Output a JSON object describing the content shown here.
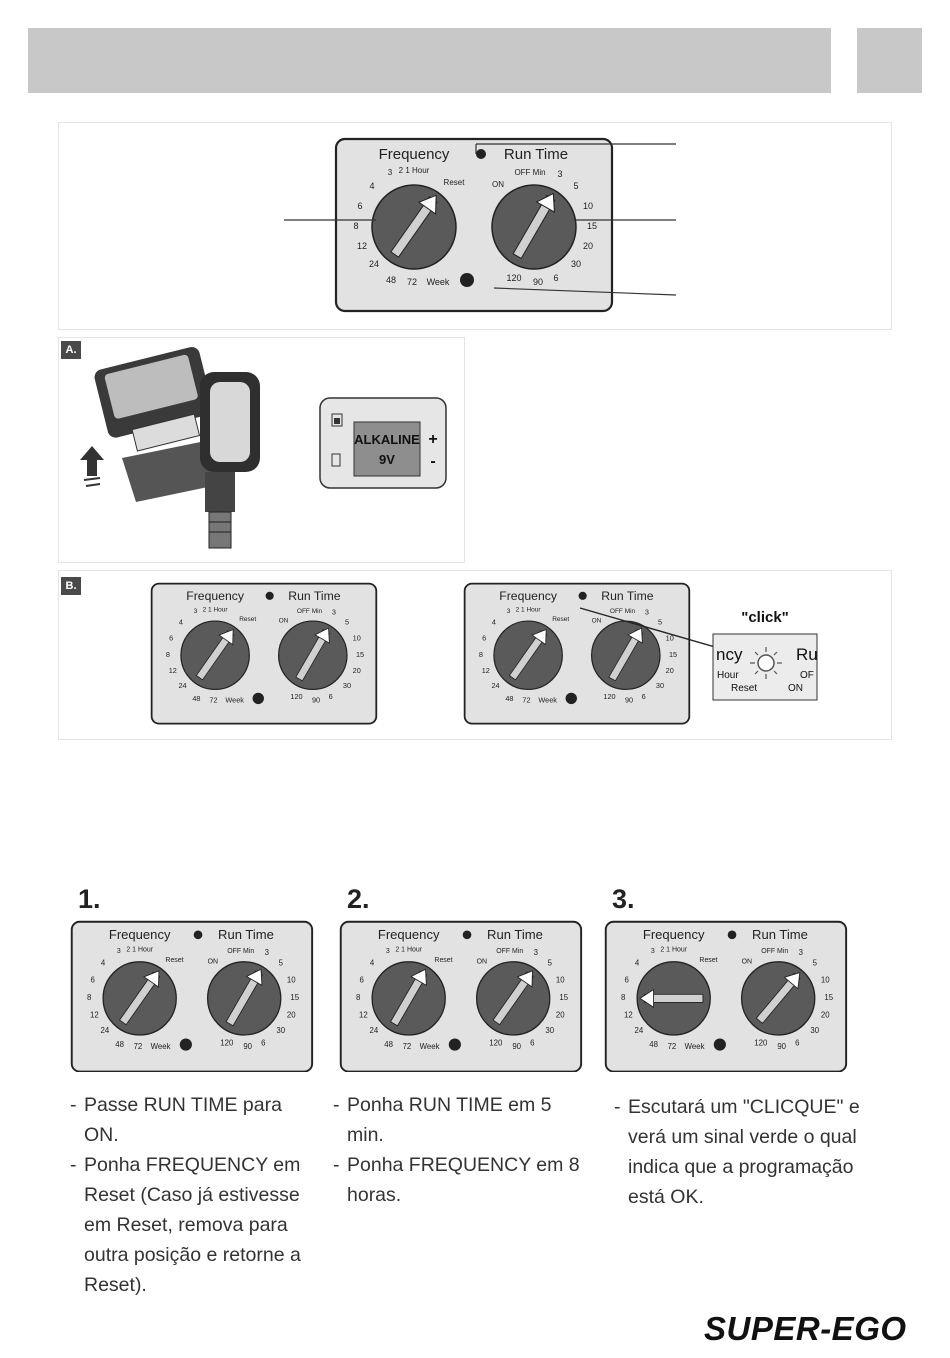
{
  "dial_labels": {
    "frequency": "Frequency",
    "run_time": "Run Time",
    "hour": "Hour",
    "reset": "Reset",
    "off": "OFF",
    "min": "Min",
    "on": "ON",
    "week": "Week",
    "freq_ticks_left": [
      "4",
      "6",
      "8",
      "12",
      "24"
    ],
    "freq_ticks_top": [
      "3",
      "2",
      "1"
    ],
    "freq_ticks_bottom": [
      "48",
      "72"
    ],
    "run_ticks_right": [
      "3",
      "5",
      "10",
      "15",
      "20",
      "30"
    ],
    "run_ticks_bottom": [
      "120",
      "90",
      "6"
    ]
  },
  "sections": {
    "a_tag": "A.",
    "b_tag": "B.",
    "battery_line1": "ALKALINE",
    "battery_line2": "9V",
    "battery_plus": "+",
    "battery_minus": "-",
    "click_label": "\"click\"",
    "zoom_freq_part": "ncy",
    "zoom_run_part": "Ru",
    "zoom_off_part": "OF",
    "zoom_hour": "Hour",
    "zoom_reset": "Reset",
    "zoom_on": "ON"
  },
  "steps": [
    {
      "number": "1.",
      "lines": [
        "Passe RUN TIME para ON.",
        "Ponha FREQUENCY em Reset (Caso já estivesse em Reset, remova para outra posição e retorne a Reset)."
      ]
    },
    {
      "number": "2.",
      "lines": [
        "Ponha RUN TIME em 5 min.",
        "Ponha FREQUENCY em 8 horas."
      ]
    },
    {
      "number": "3.",
      "lines": [
        "Escutará um \"CLICQUE\" e verá um sinal verde o qual indica que a programação está OK."
      ]
    }
  ],
  "brand": "SUPER-EGO",
  "colors": {
    "header_bar": "#c8c8c8",
    "panel_fill": "#e2e2e2",
    "knob_fill": "#5a5a5a",
    "ink": "#222222"
  }
}
